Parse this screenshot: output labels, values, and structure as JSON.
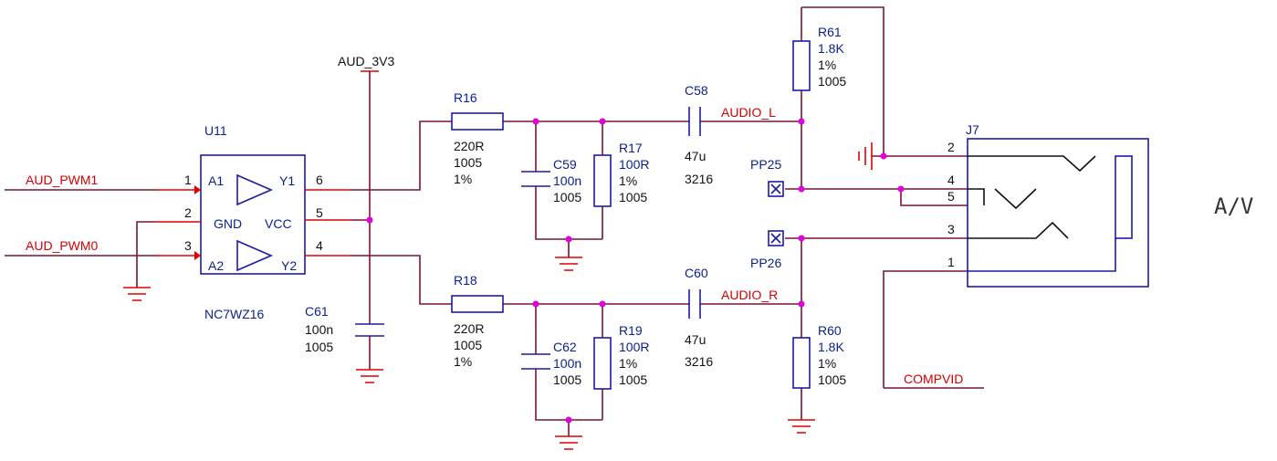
{
  "colors": {
    "wire": "#7a1530",
    "pin": "#e00000",
    "part": "#1a1aa8",
    "label_blue": "#0a1f8f",
    "net_red": "#d40000",
    "junction": "#e000e0"
  },
  "nets": {
    "aud_pwm1": "AUD_PWM1",
    "aud_pwm0": "AUD_PWM0",
    "aud_3v3": "AUD_3V3",
    "audio_l": "AUDIO_L",
    "audio_r": "AUDIO_R",
    "compvid": "COMPVID"
  },
  "u11": {
    "ref": "U11",
    "part": "NC7WZ16",
    "pins": {
      "a1": "A1",
      "y1": "Y1",
      "gnd": "GND",
      "vcc": "VCC",
      "a2": "A2",
      "y2": "Y2"
    },
    "pin_numbers": {
      "p1": "1",
      "p2": "2",
      "p3": "3",
      "p4": "4",
      "p5": "5",
      "p6": "6"
    }
  },
  "components": {
    "r16": {
      "ref": "R16",
      "value": "220R",
      "size": "1005",
      "tol": "1%"
    },
    "r18": {
      "ref": "R18",
      "value": "220R",
      "size": "1005",
      "tol": "1%"
    },
    "c59": {
      "ref": "C59",
      "value": "100n",
      "size": "1005"
    },
    "c62": {
      "ref": "C62",
      "value": "100n",
      "size": "1005"
    },
    "r17": {
      "ref": "R17",
      "value": "100R",
      "tol": "1%",
      "size": "1005"
    },
    "r19": {
      "ref": "R19",
      "value": "100R",
      "tol": "1%",
      "size": "1005"
    },
    "c58": {
      "ref": "C58",
      "value": "47u",
      "size": "3216"
    },
    "c60": {
      "ref": "C60",
      "value": "47u",
      "size": "3216"
    },
    "r61": {
      "ref": "R61",
      "value": "1.8K",
      "tol": "1%",
      "size": "1005"
    },
    "r60": {
      "ref": "R60",
      "value": "1.8K",
      "tol": "1%",
      "size": "1005"
    },
    "c61": {
      "ref": "C61",
      "value": "100n",
      "size": "1005"
    },
    "pp25": {
      "ref": "PP25"
    },
    "pp26": {
      "ref": "PP26"
    }
  },
  "j7": {
    "ref": "J7",
    "pins": {
      "p1": "1",
      "p2": "2",
      "p3": "3",
      "p4": "4",
      "p5": "5"
    }
  },
  "side_label": "A/V"
}
